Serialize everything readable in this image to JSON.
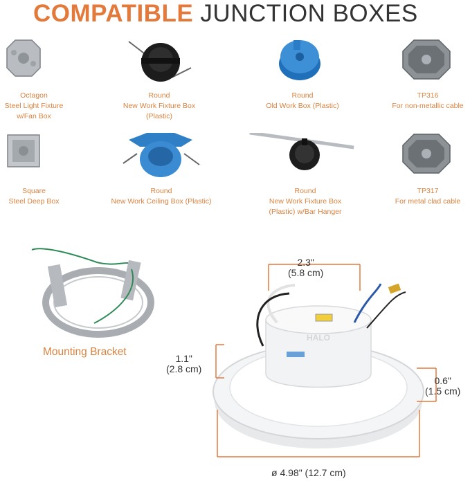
{
  "title": {
    "bold": "COMPATIBLE",
    "light": "JUNCTION BOXES"
  },
  "boxes": [
    {
      "lines": [
        "Octagon",
        "Steel Light Fixture",
        "w/Fan Box"
      ]
    },
    {
      "lines": [
        "Round",
        "New Work Fixture Box",
        "(Plastic)"
      ]
    },
    {
      "lines": [
        "Round",
        "Old Work Box  (Plastic)"
      ]
    },
    {
      "lines": [
        "TP316",
        "For non-metallic cable"
      ]
    },
    {
      "lines": [
        "Square",
        "Steel Deep Box"
      ]
    },
    {
      "lines": [
        "Round",
        "New Work Ceiling Box (Plastic)"
      ]
    },
    {
      "lines": [
        "Round",
        "New Work Fixture Box",
        "(Plastic) w/Bar Hanger"
      ]
    },
    {
      "lines": [
        "TP317",
        "For metal clad cable"
      ]
    }
  ],
  "bracket_label": "Mounting Bracket",
  "product_logo": "HALO",
  "dimensions": {
    "top_width": [
      "2.3\"",
      "(5.8 cm)"
    ],
    "height": [
      "1.1\"",
      "(2.8 cm)"
    ],
    "rim": [
      "0.6\"",
      "(1.5 cm)"
    ],
    "diameter": "ø 4.98\" (12.7 cm)"
  },
  "colors": {
    "accent": "#e3793b",
    "label": "#d9823f",
    "text": "#333333",
    "box_blue": "#2f7fc6",
    "steel": "#a9adb2"
  }
}
